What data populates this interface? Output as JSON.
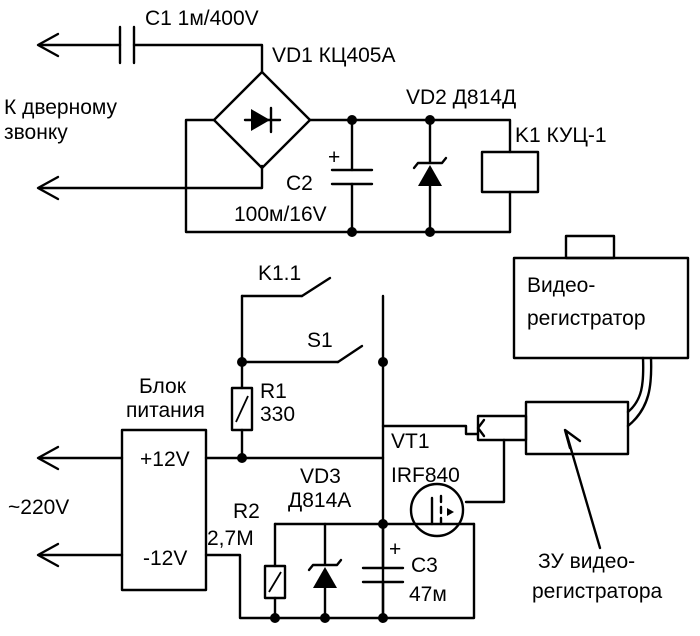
{
  "labels": {
    "c1": "C1 1м/400V",
    "vd1": "VD1 КЦ405А",
    "doorbell_line1": "К дверному",
    "doorbell_line2": "звонку",
    "vd2": "VD2 Д814Д",
    "k1": "K1 КУЦ-1",
    "c2_name": "C2",
    "c2_plus": "+",
    "c2_value": "100м/16V",
    "k1_1": "K1.1",
    "s1": "S1",
    "r1_name": "R1",
    "r1_value": "330",
    "psu_line1": "Блок",
    "psu_line2": "питания",
    "plus12": "+12V",
    "minus12": "-12V",
    "mains": "~220V",
    "vt1": "VT1",
    "irf": "IRF840",
    "vd3_name": "VD3",
    "vd3_type": "Д814А",
    "r2_name": "R2",
    "r2_value": "2,7М",
    "c3_plus": "+",
    "c3_name": "C3",
    "c3_value": "47м",
    "recorder_line1": "Видео-",
    "recorder_line2": "регистратор",
    "charger_line1": "ЗУ видео-",
    "charger_line2": "регистратора"
  }
}
